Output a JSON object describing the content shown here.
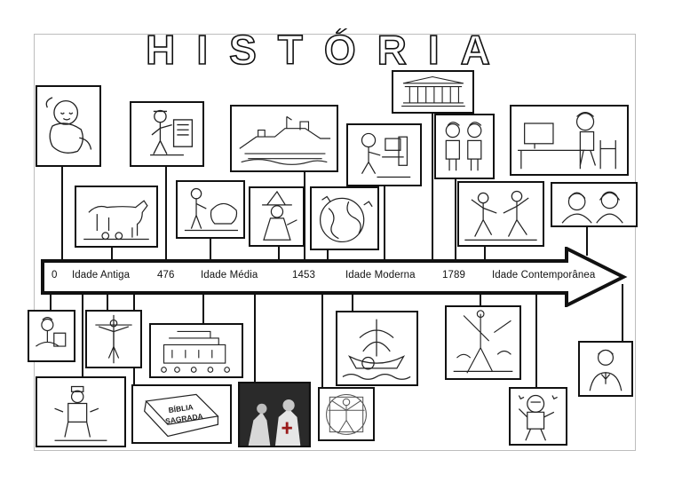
{
  "title": "HISTÓRIA",
  "timeline": {
    "labels": [
      "0",
      "Idade Antiga",
      "476",
      "Idade Média",
      "1453",
      "Idade Moderna",
      "1789",
      "Idade Contemporânea"
    ]
  },
  "cards": [
    {
      "name": "card-baby",
      "icon": "baby-drawing"
    },
    {
      "name": "card-caveman",
      "icon": "prehistoric-worker-drawing"
    },
    {
      "name": "card-ancient-city",
      "icon": "ancient-city-drawing"
    },
    {
      "name": "card-kid-computer",
      "icon": "child-at-computer-drawing"
    },
    {
      "name": "card-temple",
      "icon": "greek-temple-drawing"
    },
    {
      "name": "card-children",
      "icon": "children-drawing"
    },
    {
      "name": "card-office-computer",
      "icon": "person-at-desk-drawing"
    },
    {
      "name": "card-she-wolf",
      "icon": "she-wolf-drawing"
    },
    {
      "name": "card-medieval-worker",
      "icon": "medieval-worker-drawing"
    },
    {
      "name": "card-witch",
      "icon": "witch-drawing"
    },
    {
      "name": "card-globe",
      "icon": "globe-drawing"
    },
    {
      "name": "card-dancers",
      "icon": "dancers-drawing"
    },
    {
      "name": "card-portraits",
      "icon": "portraits-drawing"
    },
    {
      "name": "card-book-reader",
      "icon": "child-reading-drawing"
    },
    {
      "name": "card-crucifixion",
      "icon": "crucifix-drawing"
    },
    {
      "name": "card-ark",
      "icon": "ark-drawing"
    },
    {
      "name": "card-ship",
      "icon": "caravel-ship-drawing"
    },
    {
      "name": "card-battle",
      "icon": "revolution-battle-drawing"
    },
    {
      "name": "card-politician",
      "icon": "man-in-suit-drawing"
    },
    {
      "name": "card-pharaoh",
      "icon": "seated-king-drawing"
    },
    {
      "name": "card-bible",
      "icon": "bible-book-drawing"
    },
    {
      "name": "card-crusader",
      "icon": "crusader-photo"
    },
    {
      "name": "card-vitruvian",
      "icon": "vitruvian-man-drawing"
    },
    {
      "name": "card-astronaut",
      "icon": "astronaut-drawing"
    }
  ],
  "bible_text": [
    "BÍBLIA",
    "SAGRADA"
  ]
}
